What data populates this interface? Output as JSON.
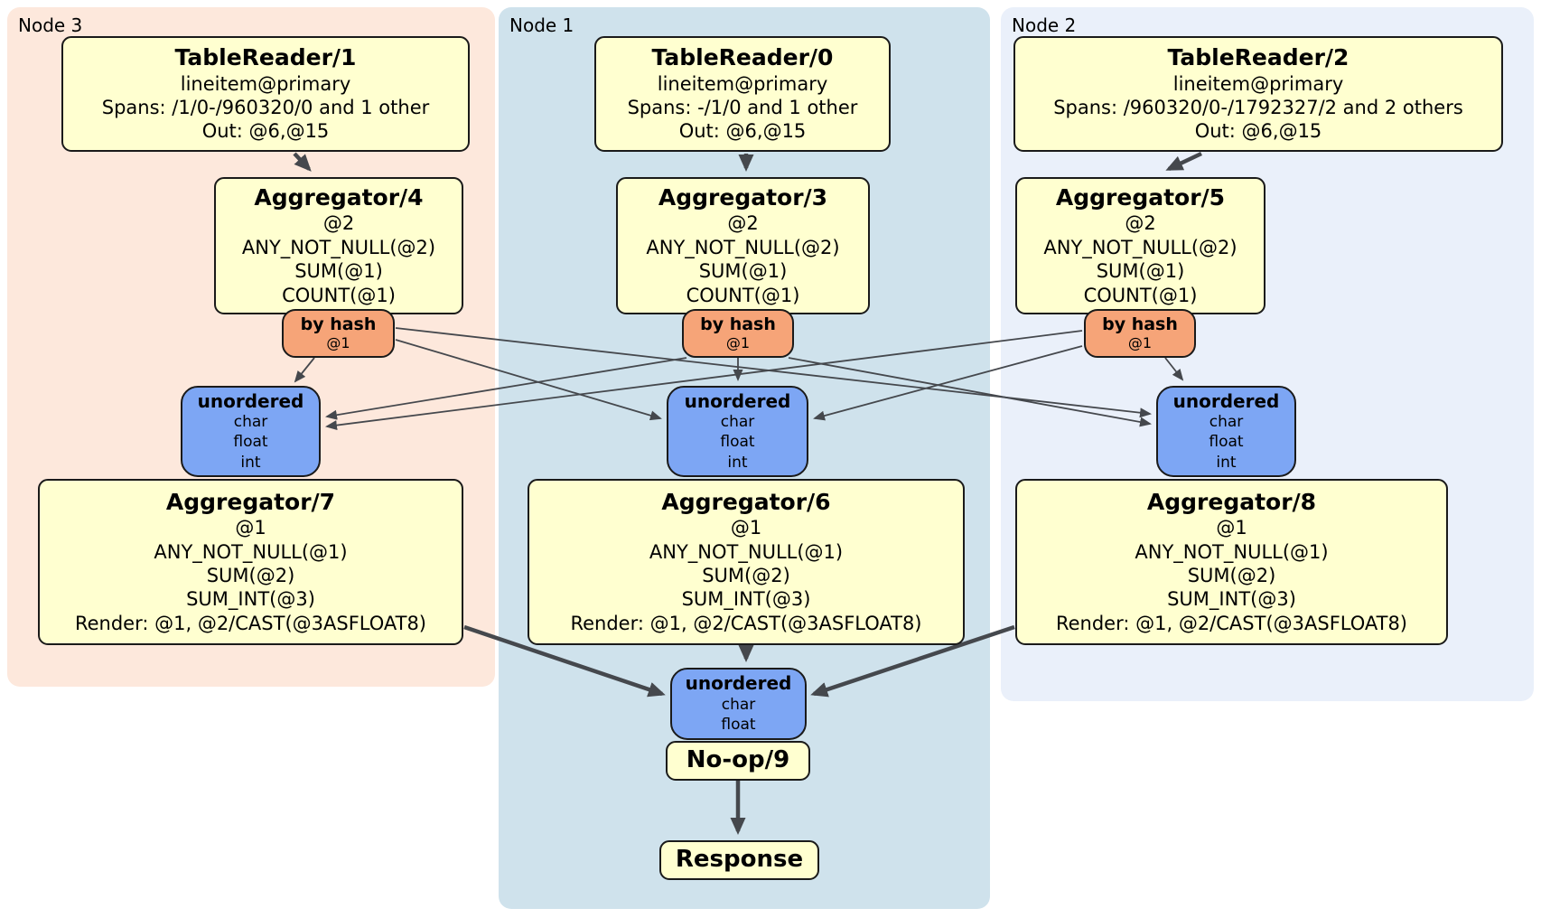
{
  "colors": {
    "node3_region": "#fde8dc",
    "node1_region": "#cfe2ec",
    "node2_region": "#eaf0fa",
    "processor_box": "#ffffd0",
    "router_box": "#f6a478",
    "sync_box": "#7da6f4",
    "edge": "#45484d",
    "box_border": "#1a1a1a"
  },
  "nodes": [
    {
      "label": "Node 3",
      "table_reader": {
        "title": "TableReader/1",
        "rows": [
          "lineitem@primary",
          "Spans: /1/0-/960320/0 and 1 other",
          "Out: @6,@15"
        ]
      },
      "aggregator_stage1": {
        "title": "Aggregator/4",
        "rows": [
          "@2",
          "ANY_NOT_NULL(@2)",
          "SUM(@1)",
          "COUNT(@1)"
        ]
      },
      "router": {
        "title": "by hash",
        "detail": "@1"
      },
      "sync": {
        "title": "unordered",
        "rows": [
          "char",
          "float",
          "int"
        ]
      },
      "aggregator_stage2": {
        "title": "Aggregator/7",
        "rows": [
          "@1",
          "ANY_NOT_NULL(@1)",
          "SUM(@2)",
          "SUM_INT(@3)",
          "Render: @1, @2/CAST(@3ASFLOAT8)"
        ]
      }
    },
    {
      "label": "Node 1",
      "table_reader": {
        "title": "TableReader/0",
        "rows": [
          "lineitem@primary",
          "Spans: -/1/0 and 1 other",
          "Out: @6,@15"
        ]
      },
      "aggregator_stage1": {
        "title": "Aggregator/3",
        "rows": [
          "@2",
          "ANY_NOT_NULL(@2)",
          "SUM(@1)",
          "COUNT(@1)"
        ]
      },
      "router": {
        "title": "by hash",
        "detail": "@1"
      },
      "sync": {
        "title": "unordered",
        "rows": [
          "char",
          "float",
          "int"
        ]
      },
      "aggregator_stage2": {
        "title": "Aggregator/6",
        "rows": [
          "@1",
          "ANY_NOT_NULL(@1)",
          "SUM(@2)",
          "SUM_INT(@3)",
          "Render: @1, @2/CAST(@3ASFLOAT8)"
        ]
      }
    },
    {
      "label": "Node 2",
      "table_reader": {
        "title": "TableReader/2",
        "rows": [
          "lineitem@primary",
          "Spans: /960320/0-/1792327/2 and 2 others",
          "Out: @6,@15"
        ]
      },
      "aggregator_stage1": {
        "title": "Aggregator/5",
        "rows": [
          "@2",
          "ANY_NOT_NULL(@2)",
          "SUM(@1)",
          "COUNT(@1)"
        ]
      },
      "router": {
        "title": "by hash",
        "detail": "@1"
      },
      "sync": {
        "title": "unordered",
        "rows": [
          "char",
          "float",
          "int"
        ]
      },
      "aggregator_stage2": {
        "title": "Aggregator/8",
        "rows": [
          "@1",
          "ANY_NOT_NULL(@1)",
          "SUM(@2)",
          "SUM_INT(@3)",
          "Render: @1, @2/CAST(@3ASFLOAT8)"
        ]
      }
    }
  ],
  "final_stage": {
    "sync": {
      "title": "unordered",
      "rows": [
        "char",
        "float"
      ]
    },
    "noop": {
      "title": "No-op/9"
    },
    "response": {
      "title": "Response"
    }
  }
}
